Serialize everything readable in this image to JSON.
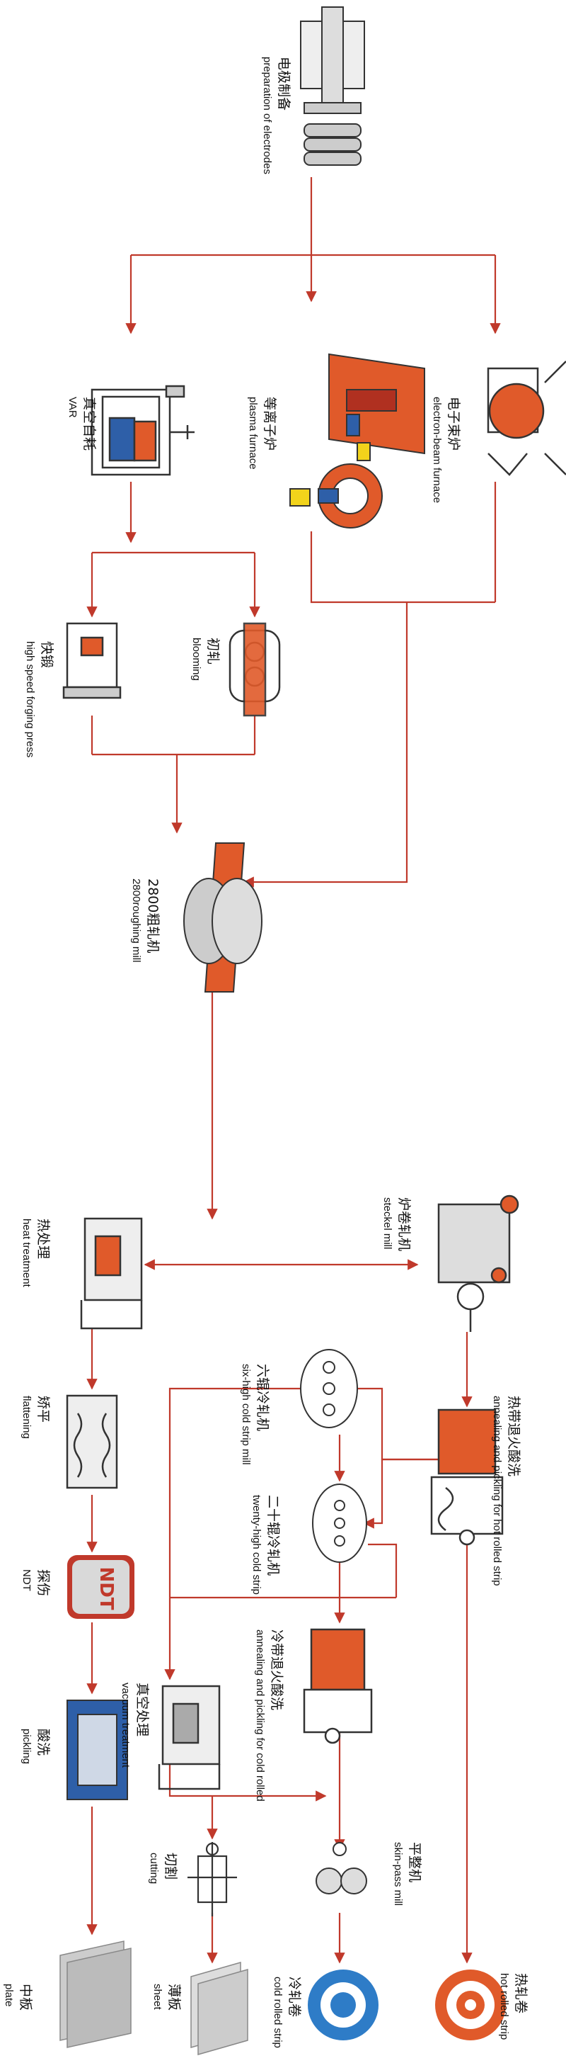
{
  "colors": {
    "arrow": "#c0392b",
    "metal": "#e05a2a",
    "outline": "#333333",
    "gray": "#cccccc",
    "blue": "#2e5fa8"
  },
  "nodes": {
    "electrodes": {
      "cn": "电极制备",
      "en": "preparation of electrodes"
    },
    "var": {
      "cn": "真空自耗",
      "en": "VAR"
    },
    "plasma": {
      "cn": "等离子炉",
      "en": "plasma furnace"
    },
    "ebeam": {
      "cn": "电子束炉",
      "en": "electron-beam furnace"
    },
    "forging": {
      "cn": "快锻",
      "en": "high speed forging press"
    },
    "blooming": {
      "cn": "初轧",
      "en": "blooming"
    },
    "roughing": {
      "cn": "2800粗轧机",
      "en": "2800roughing mill"
    },
    "heat": {
      "cn": "热处理",
      "en": "heat treatment"
    },
    "steckel": {
      "cn": "炉卷轧机",
      "en": "steckel mill"
    },
    "flattening": {
      "cn": "矫平",
      "en": "flattening"
    },
    "sixhigh": {
      "cn": "六辊冷轧机",
      "en": "six-high cold strip mill"
    },
    "anneal_hot": {
      "cn": "热带退火酸洗",
      "en": "annealing and pickling for hot rolled strip"
    },
    "ndt": {
      "cn": "探伤",
      "en": "NDT",
      "badge": "NDT"
    },
    "twenty": {
      "cn": "二十辊冷轧机",
      "en": "twenty-high cold strip"
    },
    "vacuum": {
      "cn": "真空处理",
      "en": "vacuum treatment"
    },
    "anneal_cold": {
      "cn": "冷带退火酸洗",
      "en": "annealing and pickling for cold rolled"
    },
    "pickling": {
      "cn": "酸洗",
      "en": "pickling"
    },
    "cutting": {
      "cn": "切割",
      "en": "cutting"
    },
    "skinpass": {
      "cn": "平整机",
      "en": "skin-pass mill"
    },
    "plate": {
      "cn": "中板",
      "en": "plate"
    },
    "sheet": {
      "cn": "薄板",
      "en": "sheet"
    },
    "coldstrip": {
      "cn": "冷轧卷",
      "en": "cold rolled strip"
    },
    "hotstrip": {
      "cn": "热轧卷",
      "en": "hot rolled strip"
    }
  }
}
